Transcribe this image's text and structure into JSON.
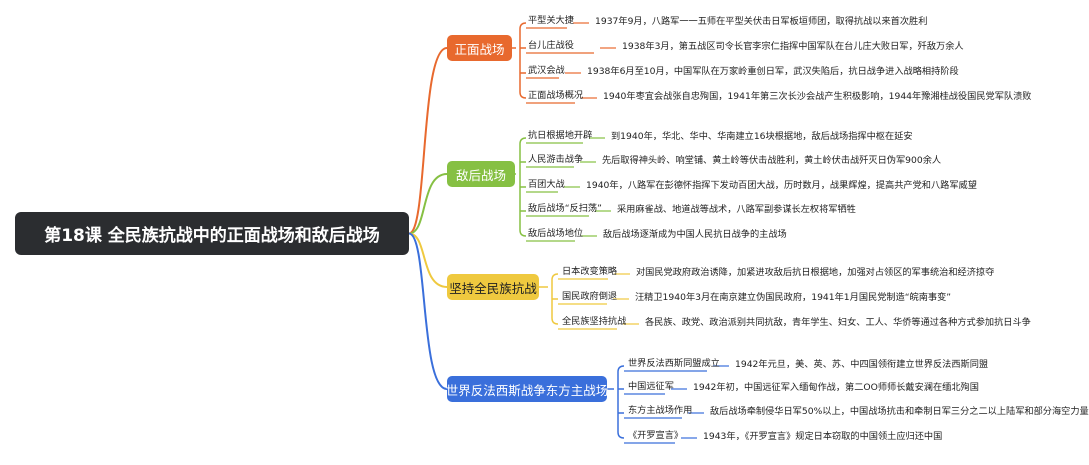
{
  "root": {
    "title": "第18课 全民族抗战中的正面战场和敌后战场"
  },
  "colors": {
    "orange": "#e8692e",
    "green": "#86c043",
    "yellow": "#efc93f",
    "blue": "#3a6fdb"
  },
  "branches": [
    {
      "label": "正面战场",
      "color": "#e8692e",
      "text_color": "#ffffff",
      "items": [
        {
          "label": "平型关大捷",
          "desc": "1937年9月，八路军一一五师在平型关伏击日军板垣师团，取得抗战以来首次胜利"
        },
        {
          "label": "台儿庄战役",
          "desc": "1938年3月，第五战区司令长官李宗仁指挥中国军队在台儿庄大败日军，歼敌万余人"
        },
        {
          "label": "武汉会战",
          "desc": "1938年6月至10月，中国军队在万家岭重创日军，武汉失陷后，抗日战争进入战略相持阶段"
        },
        {
          "label": "正面战场概况",
          "desc": "1940年枣宜会战张自忠殉国，1941年第三次长沙会战产生积极影响，1944年豫湘桂战役国民党军队溃败"
        }
      ]
    },
    {
      "label": "敌后战场",
      "color": "#86c043",
      "text_color": "#ffffff",
      "items": [
        {
          "label": "抗日根据地开辟",
          "desc": "到1940年，华北、华中、华南建立16块根据地，敌后战场指挥中枢在延安"
        },
        {
          "label": "人民游击战争",
          "desc": "先后取得神头岭、响堂铺、黄土岭等伏击战胜利，黄土岭伏击战歼灭日伪军900余人"
        },
        {
          "label": "百团大战",
          "desc": "1940年，八路军在彭德怀指挥下发动百团大战，历时数月，战果辉煌，提高共产党和八路军威望"
        },
        {
          "label": "敌后战场“反扫荡”",
          "desc": "采用麻雀战、地道战等战术，八路军副参谋长左权将军牺牲"
        },
        {
          "label": "敌后战场地位",
          "desc": "敌后战场逐渐成为中国人民抗日战争的主战场"
        }
      ]
    },
    {
      "label": "坚持全民族抗战",
      "color": "#efc93f",
      "text_color": "#222222",
      "items": [
        {
          "label": "日本改变策略",
          "desc": "对国民党政府政治诱降，加紧进攻敌后抗日根据地，加强对占领区的军事统治和经济掠夺"
        },
        {
          "label": "国民政府倒退",
          "desc": "汪精卫1940年3月在南京建立伪国民政府，1941年1月国民党制造“皖南事变”"
        },
        {
          "label": "全民族坚持抗战",
          "desc": "各民族、政党、政治派别共同抗敌，青年学生、妇女、工人、华侨等通过各种方式参加抗日斗争"
        }
      ]
    },
    {
      "label": "世界反法西斯战争东方主战场",
      "color": "#3a6fdb",
      "text_color": "#ffffff",
      "items": [
        {
          "label": "世界反法西斯同盟成立",
          "desc": "1942年元旦，美、英、苏、中四国领衔建立世界反法西斯同盟"
        },
        {
          "label": "中国远征军",
          "desc": "1942年初，中国远征军入缅甸作战，第二OO师师长戴安澜在缅北殉国"
        },
        {
          "label": "东方主战场作用",
          "desc": "敌后战场牵制侵华日军50%以上，中国战场抗击和牵制日军三分之二以上陆军和部分海空力量"
        },
        {
          "label": "《开罗宣言》",
          "desc": "1943年，《开罗宣言》规定日本窃取的中国领土应归还中国"
        }
      ]
    }
  ]
}
